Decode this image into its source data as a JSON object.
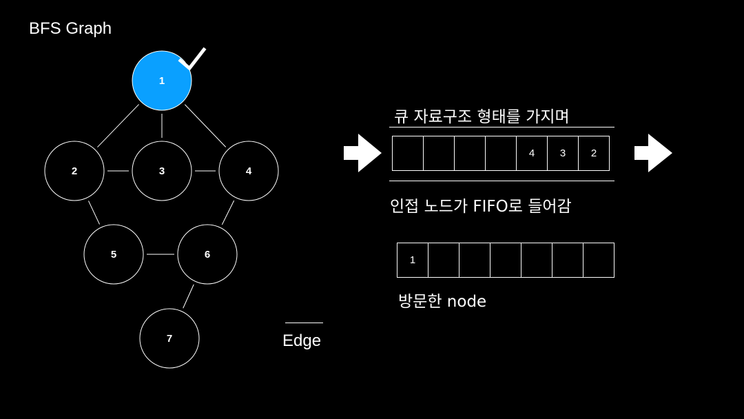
{
  "title": "BFS Graph",
  "accent_color": "#0aa0ff",
  "graph": {
    "nodes": [
      {
        "id": "1",
        "label": "1",
        "visited": true
      },
      {
        "id": "2",
        "label": "2"
      },
      {
        "id": "3",
        "label": "3"
      },
      {
        "id": "4",
        "label": "4"
      },
      {
        "id": "5",
        "label": "5"
      },
      {
        "id": "6",
        "label": "6"
      },
      {
        "id": "7",
        "label": "7"
      }
    ],
    "edges": [
      [
        "1",
        "2"
      ],
      [
        "1",
        "3"
      ],
      [
        "1",
        "4"
      ],
      [
        "2",
        "3"
      ],
      [
        "3",
        "4"
      ],
      [
        "2",
        "5"
      ],
      [
        "4",
        "6"
      ],
      [
        "5",
        "6"
      ],
      [
        "6",
        "7"
      ]
    ]
  },
  "visited_marker_icon": "checkmark-icon",
  "queue": {
    "caption_top": "큐 자료구조 형태를 가지며",
    "caption_bottom": "인접 노드가 FIFO로 들어감",
    "cells": [
      "",
      "",
      "",
      "",
      "4",
      "3",
      "2"
    ],
    "arrow_in_icon": "right-arrow-icon",
    "arrow_out_icon": "right-arrow-icon"
  },
  "visited": {
    "cells": [
      "1",
      "",
      "",
      "",
      "",
      "",
      ""
    ],
    "caption": "방문한 node"
  },
  "legend": {
    "edge_label": "Edge"
  }
}
